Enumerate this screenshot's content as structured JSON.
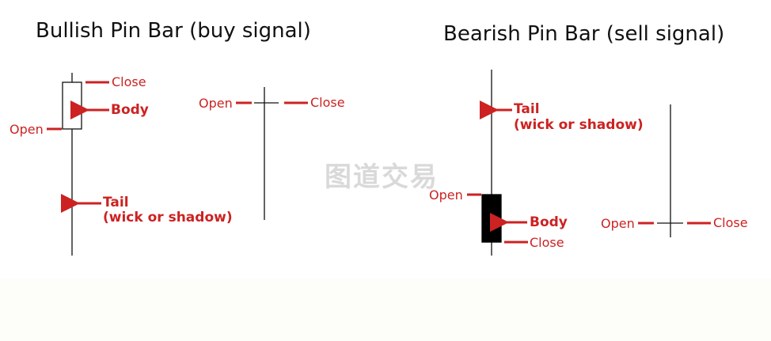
{
  "titles": {
    "bullish": "Bullish Pin Bar (buy signal)",
    "bearish": "Bearish Pin Bar (sell signal)"
  },
  "labels": {
    "open": "Open",
    "close": "Close",
    "body": "Body",
    "tail_line1": "Tail",
    "tail_line2": "(wick or shadow)"
  },
  "watermark": "图道交易",
  "colors": {
    "annotation": "#cc2222",
    "candle_stroke": "#111111",
    "bearish_body_fill": "#000000",
    "bullish_body_fill": "#ffffff"
  }
}
